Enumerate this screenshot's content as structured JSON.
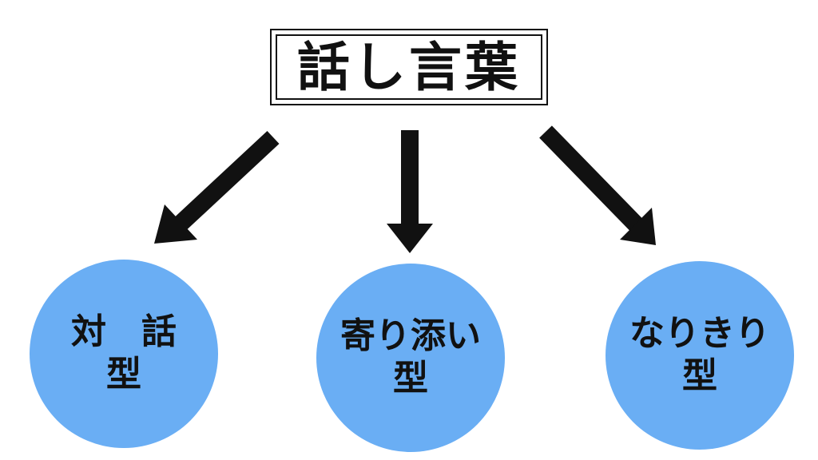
{
  "colors": {
    "node_fill": "#6aaef4",
    "stroke": "#111111",
    "background": "#ffffff"
  },
  "title": "話し言葉",
  "nodes": [
    {
      "line1": "対　話",
      "line2": "型"
    },
    {
      "line1": "寄り添い",
      "line2": "型"
    },
    {
      "line1": "なりきり",
      "line2": "型"
    }
  ]
}
